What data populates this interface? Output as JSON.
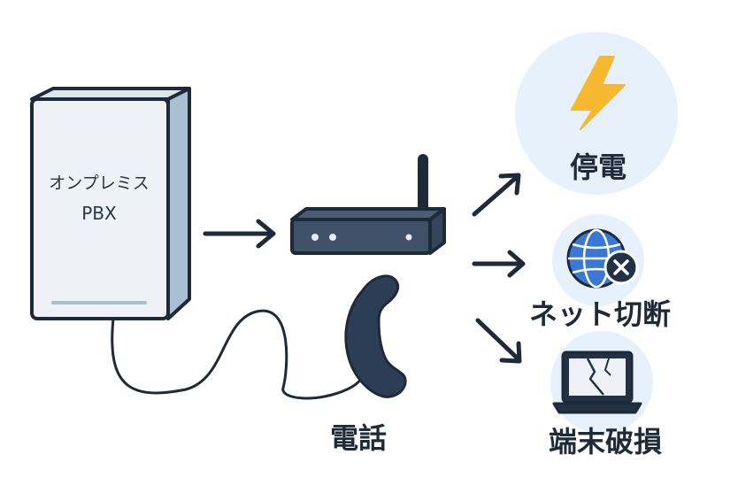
{
  "pbx": {
    "line1": "オンプレミス",
    "line2": "PBX"
  },
  "phone": {
    "label": "電話"
  },
  "router": {
    "icon": "router-icon"
  },
  "risks": [
    {
      "id": "power",
      "label": "停電",
      "icon": "lightning-icon",
      "color": "#f5b82e"
    },
    {
      "id": "network",
      "label": "ネット切断",
      "icon": "globe-x-icon",
      "color": "#3a78d8"
    },
    {
      "id": "device",
      "label": "端末破損",
      "icon": "broken-laptop-icon",
      "color": "#223246"
    }
  ],
  "colors": {
    "stroke": "#1f2a38",
    "circle_bg": "#e6f1fb",
    "device_body": "#eef2f6",
    "device_side": "#a9bfd2"
  }
}
